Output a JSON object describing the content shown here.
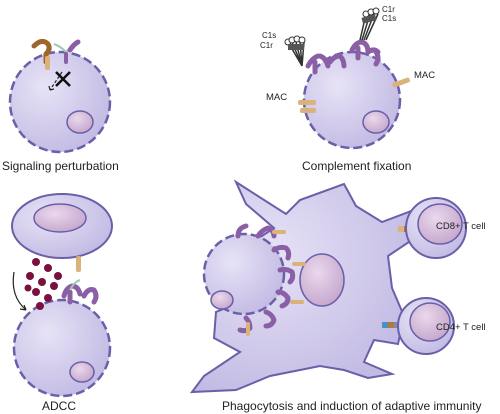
{
  "panels": {
    "signaling": {
      "caption": "Signaling perturbation"
    },
    "complement": {
      "caption": "Complement fixation",
      "mac_label": "MAC",
      "c1s_label": "C1s",
      "c1r_label": "C1r"
    },
    "adcc": {
      "caption": "ADCC"
    },
    "phagocytosis": {
      "caption": "Phagocytosis and induction of adaptive immunity",
      "cd8_label": "CD8+ T cell",
      "cd4_label": "CD4+ T cell"
    }
  },
  "colors": {
    "cell_fill": "#cfc9ea",
    "cell_stroke": "#6a5fa8",
    "nucleus_fill": "#cdb3d3",
    "antibody": "#8b5fa6",
    "granule": "#7a1040",
    "receptor": "#d9b37a"
  }
}
